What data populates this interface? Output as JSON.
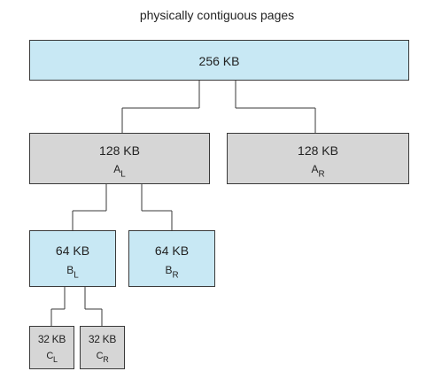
{
  "diagram": {
    "title": "physically contiguous pages",
    "nodes": {
      "root": {
        "size": "256 KB",
        "label": "",
        "sub": ""
      },
      "al": {
        "size": "128 KB",
        "label": "A",
        "sub": "L"
      },
      "ar": {
        "size": "128 KB",
        "label": "A",
        "sub": "R"
      },
      "bl": {
        "size": "64 KB",
        "label": "B",
        "sub": "L"
      },
      "br": {
        "size": "64 KB",
        "label": "B",
        "sub": "R"
      },
      "cl": {
        "size": "32 KB",
        "label": "C",
        "sub": "L"
      },
      "cr": {
        "size": "32 KB",
        "label": "C",
        "sub": "R"
      }
    },
    "edges": [
      [
        "root",
        "al"
      ],
      [
        "root",
        "ar"
      ],
      [
        "al",
        "bl"
      ],
      [
        "al",
        "br"
      ],
      [
        "bl",
        "cl"
      ],
      [
        "bl",
        "cr"
      ]
    ],
    "colors": {
      "free_block": "#c8e8f4",
      "split_block": "#d6d6d6",
      "border": "#3a3a3a"
    }
  }
}
